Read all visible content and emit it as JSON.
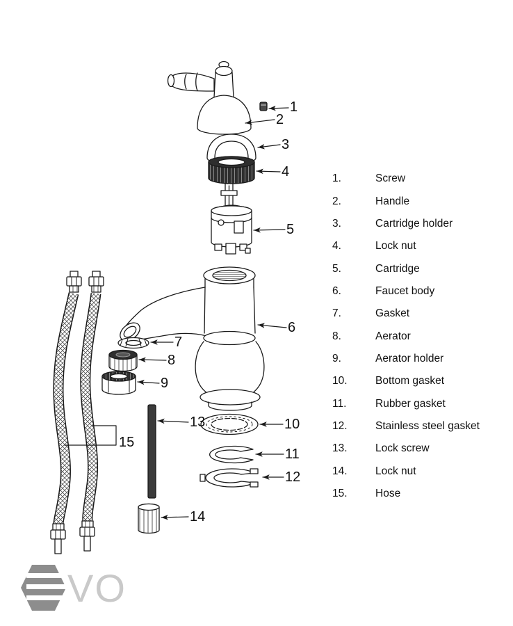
{
  "colors": {
    "line": "#1a1a1a",
    "background": "#ffffff",
    "logo_hexagon": "#8d8d8d",
    "logo_text": "#c9c9c9"
  },
  "legend": {
    "items": [
      {
        "num": "1.",
        "label": "Screw"
      },
      {
        "num": "2.",
        "label": "Handle"
      },
      {
        "num": "3.",
        "label": "Cartridge holder"
      },
      {
        "num": "4.",
        "label": "Lock nut"
      },
      {
        "num": "5.",
        "label": "Cartridge"
      },
      {
        "num": "6.",
        "label": "Faucet body"
      },
      {
        "num": "7.",
        "label": "Gasket"
      },
      {
        "num": "8.",
        "label": "Aerator"
      },
      {
        "num": "9.",
        "label": "Aerator holder"
      },
      {
        "num": "10.",
        "label": "Bottom gasket"
      },
      {
        "num": "11.",
        "label": "Rubber gasket"
      },
      {
        "num": "12.",
        "label": "Stainless steel gasket"
      },
      {
        "num": "13.",
        "label": "Lock screw"
      },
      {
        "num": "14.",
        "label": "Lock nut"
      },
      {
        "num": "15.",
        "label": "Hose"
      }
    ]
  },
  "callouts": [
    {
      "n": "1"
    },
    {
      "n": "2"
    },
    {
      "n": "3"
    },
    {
      "n": "4"
    },
    {
      "n": "5"
    },
    {
      "n": "6"
    },
    {
      "n": "7"
    },
    {
      "n": "8"
    },
    {
      "n": "9"
    },
    {
      "n": "10"
    },
    {
      "n": "11"
    },
    {
      "n": "12"
    },
    {
      "n": "13"
    },
    {
      "n": "14"
    },
    {
      "n": "15"
    }
  ],
  "logo": {
    "icon": "hexagon-logo",
    "text": "VO"
  }
}
